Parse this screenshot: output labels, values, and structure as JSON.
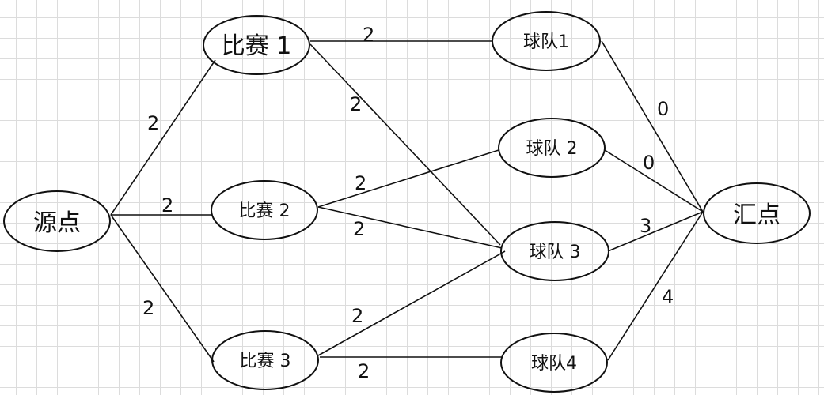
{
  "nodes": {
    "source": {
      "label": "源点"
    },
    "sink": {
      "label": "汇点"
    },
    "game1": {
      "label": "比赛 1"
    },
    "game2": {
      "label": "比赛 2"
    },
    "game3": {
      "label": "比赛 3"
    },
    "team1": {
      "label": "球队1"
    },
    "team2": {
      "label": "球队 2"
    },
    "team3": {
      "label": "球队 3"
    },
    "team4": {
      "label": "球队4"
    }
  },
  "edges": {
    "source_game1": {
      "capacity": "2"
    },
    "source_game2": {
      "capacity": "2"
    },
    "source_game3": {
      "capacity": "2"
    },
    "game1_team1": {
      "capacity": "2"
    },
    "game1_team3": {
      "capacity": "2"
    },
    "game2_team2": {
      "capacity": "2"
    },
    "game2_team3": {
      "capacity": "2"
    },
    "game3_team3": {
      "capacity": "2"
    },
    "game3_team4": {
      "capacity": "2"
    },
    "team1_sink": {
      "capacity": "0"
    },
    "team2_sink": {
      "capacity": "0"
    },
    "team3_sink": {
      "capacity": "3"
    },
    "team4_sink": {
      "capacity": "4"
    }
  }
}
